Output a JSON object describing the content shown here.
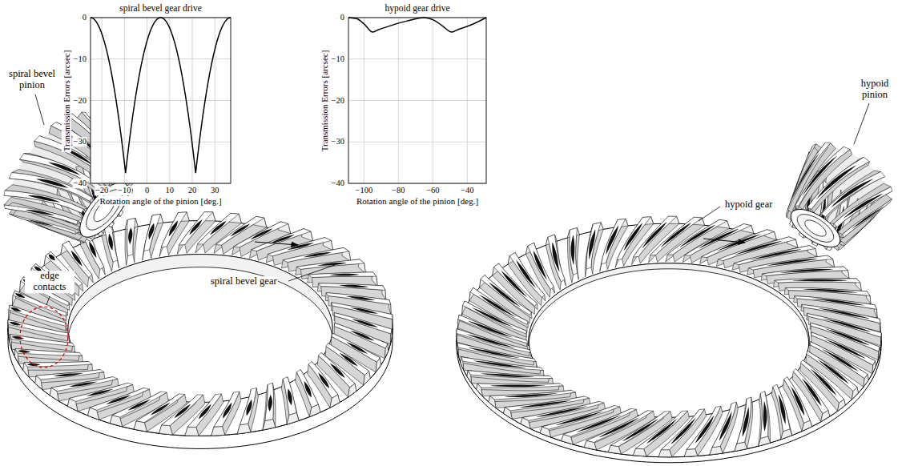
{
  "diagram": {
    "labels": [
      "spiral bevel gear drive",
      "Transmission Errors [arcsec]",
      "0",
      "−10",
      "−20",
      "−30",
      "−40",
      "−20",
      "−10",
      "0",
      "10",
      "20",
      "30",
      "Rotation angle of the pinion [deg.]",
      "hypoid gear drive",
      "Transmission Errors [arcsec]",
      "0",
      "−10",
      "−20",
      "−30",
      "−40",
      "−100",
      "−80",
      "−60",
      "−40",
      "Rotation angle of the pinion [deg.]",
      "spiral bevel pinion",
      "edge contacts",
      "spiral bevel gear",
      "hypoid pinion",
      "hypoid gear"
    ]
  }
}
